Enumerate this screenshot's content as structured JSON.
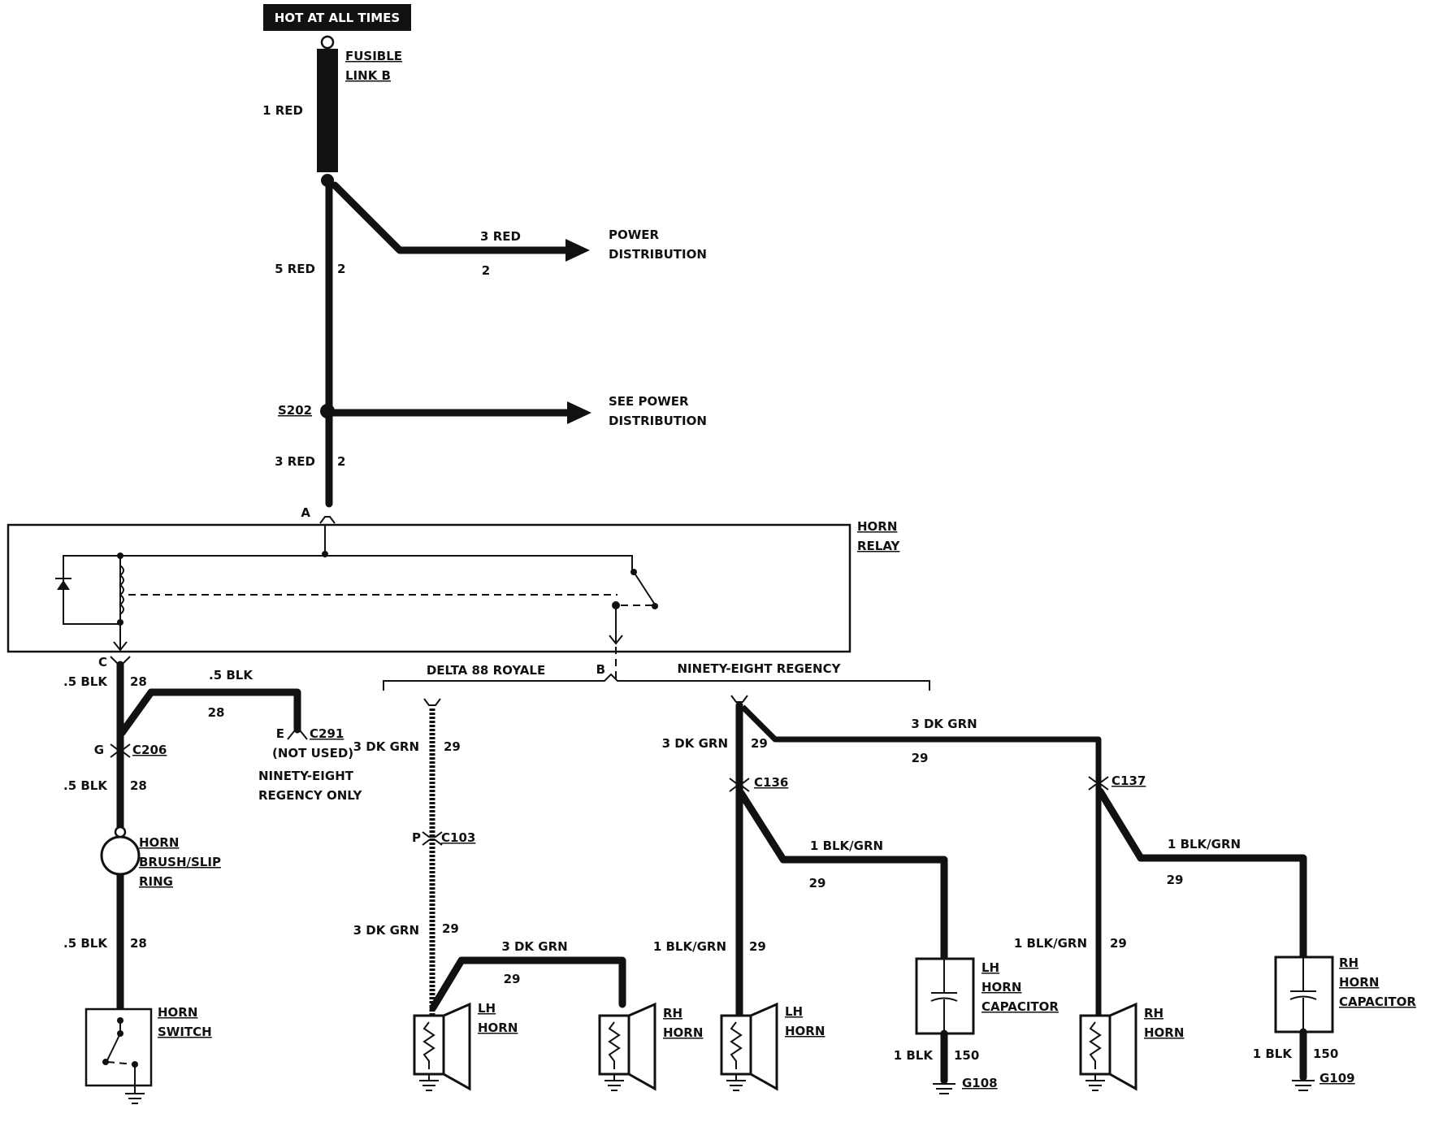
{
  "header": {
    "label": "HOT AT ALL TIMES"
  },
  "fusible_link": {
    "line1": "FUSIBLE",
    "line2": "LINK B",
    "wire": "1 RED"
  },
  "power_feed": {
    "wire_main": "5 RED",
    "circuit_main": "2",
    "branch_wire": "3 RED",
    "branch_circuit": "2",
    "dest_line1": "POWER",
    "dest_line2": "DISTRIBUTION"
  },
  "splice": {
    "id": "S202",
    "dest_line1": "SEE POWER",
    "dest_line2": "DISTRIBUTION",
    "wire_below": "3 RED",
    "circuit_below": "2"
  },
  "relay": {
    "line1": "HORN",
    "line2": "RELAY",
    "pin_a": "A",
    "pin_b": "B",
    "pin_c": "C"
  },
  "steering": {
    "wire_top": ".5 BLK",
    "circuit_top": "28",
    "branch_wire": ".5 BLK",
    "branch_circuit": "28",
    "c291_pin": "E",
    "c291": "C291",
    "not_used": "(NOT USED)",
    "note_line1": "NINETY-EIGHT",
    "note_line2": "REGENCY ONLY",
    "c206_pin": "G",
    "c206": "C206",
    "wire_mid": ".5 BLK",
    "circuit_mid": "28",
    "brush_line1": "HORN",
    "brush_line2": "BRUSH/SLIP",
    "brush_line3": "RING",
    "wire_low": ".5 BLK",
    "circuit_low": "28",
    "switch_line1": "HORN",
    "switch_line2": "SWITCH"
  },
  "variants": {
    "left": "DELTA 88 ROYALE",
    "right": "NINETY-EIGHT REGENCY"
  },
  "delta88": {
    "wire_top": "3 DK GRN",
    "circuit_top": "29",
    "c103_pin": "P",
    "c103": "C103",
    "wire_low": "3 DK GRN",
    "circuit_low": "29",
    "branch_wire": "3 DK GRN",
    "branch_circuit": "29",
    "lh_line1": "LH",
    "lh_line2": "HORN",
    "rh_line1": "RH",
    "rh_line2": "HORN"
  },
  "regency": {
    "wire_top": "3 DK GRN",
    "circuit_top": "29",
    "cross_wire": "3 DK GRN",
    "cross_circuit": "29",
    "c136": "C136",
    "c137": "C137",
    "lh_branch_wire": "1 BLK/GRN",
    "lh_branch_circuit": "29",
    "lh_wire": "1 BLK/GRN",
    "lh_circuit": "29",
    "lh_horn_line1": "LH",
    "lh_horn_line2": "HORN",
    "lh_cap_line1": "LH",
    "lh_cap_line2": "HORN",
    "lh_cap_line3": "CAPACITOR",
    "lh_ground_wire": "1 BLK",
    "lh_ground_circuit": "150",
    "lh_ground": "G108",
    "rh_branch_wire": "1 BLK/GRN",
    "rh_branch_circuit": "29",
    "rh_wire": "1 BLK/GRN",
    "rh_circuit": "29",
    "rh_horn_line1": "RH",
    "rh_horn_line2": "HORN",
    "rh_cap_line1": "RH",
    "rh_cap_line2": "HORN",
    "rh_cap_line3": "CAPACITOR",
    "rh_ground_wire": "1 BLK",
    "rh_ground_circuit": "150",
    "rh_ground": "G109"
  }
}
